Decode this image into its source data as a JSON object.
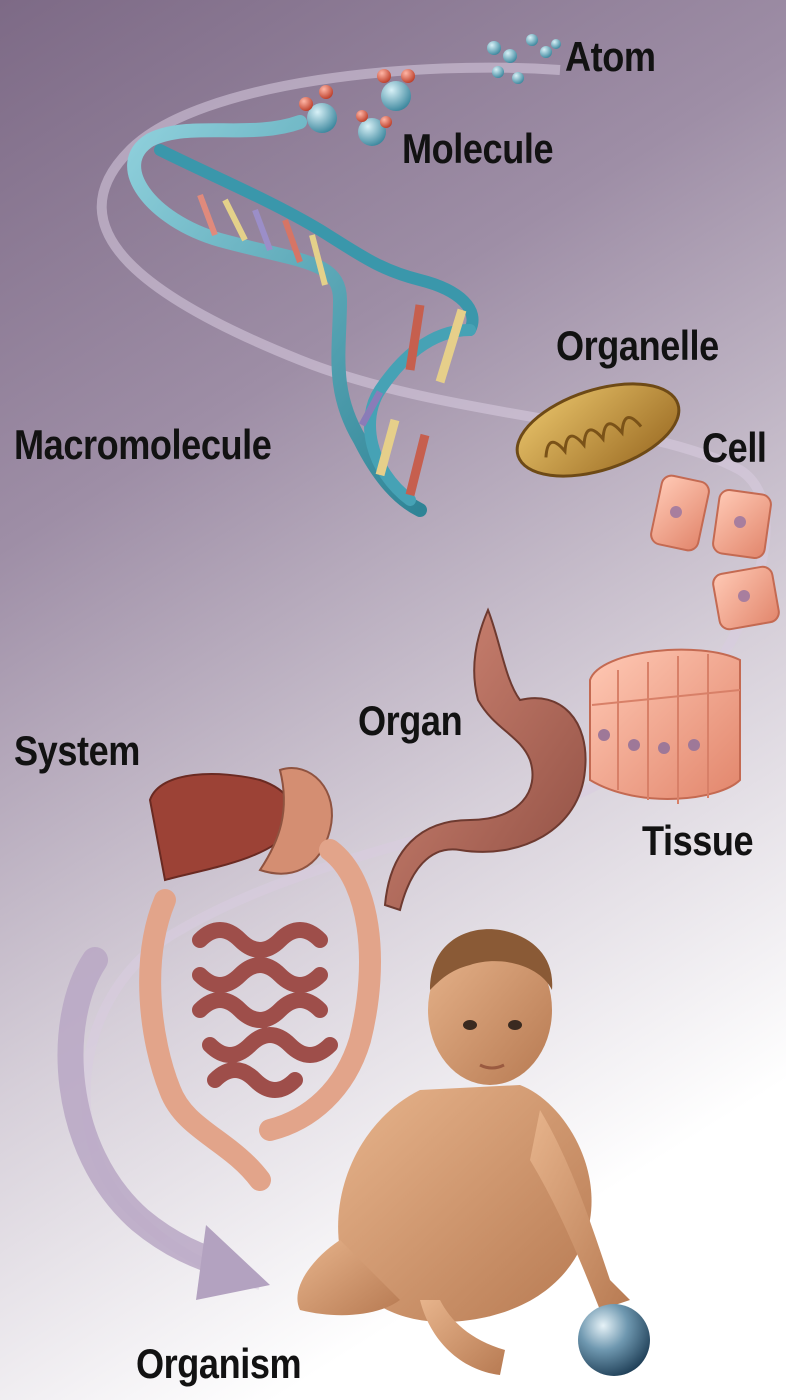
{
  "diagram": {
    "levels": [
      {
        "key": "atom",
        "label": "Atom"
      },
      {
        "key": "molecule",
        "label": "Molecule"
      },
      {
        "key": "macromolecule",
        "label": "Macromolecule"
      },
      {
        "key": "organelle",
        "label": "Organelle"
      },
      {
        "key": "cell",
        "label": "Cell"
      },
      {
        "key": "tissue",
        "label": "Tissue"
      },
      {
        "key": "organ",
        "label": "Organ"
      },
      {
        "key": "system",
        "label": "System"
      },
      {
        "key": "organism",
        "label": "Organism"
      }
    ]
  },
  "colors": {
    "background_top": "#8a7a93",
    "background_bottom": "#ffffff",
    "dna": "#4fa6b6",
    "tissue": "#f0a08a",
    "organ": "#b7685a",
    "skin": "#d7a07a",
    "label_text": "#121212"
  }
}
